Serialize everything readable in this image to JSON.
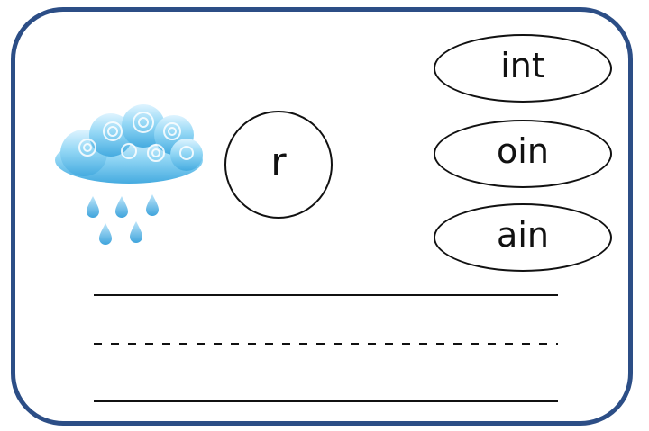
{
  "onset": {
    "letter": "r"
  },
  "rimes": [
    {
      "text": "int"
    },
    {
      "text": "oin"
    },
    {
      "text": "ain"
    }
  ],
  "picture": {
    "icon": "rain-cloud-icon",
    "colors": {
      "cloud": "#7fcdf0",
      "cloud_dark": "#3ea5dc",
      "drop": "#55b4e6"
    }
  },
  "colors": {
    "border": "#2c4e86",
    "ink": "#111111"
  }
}
